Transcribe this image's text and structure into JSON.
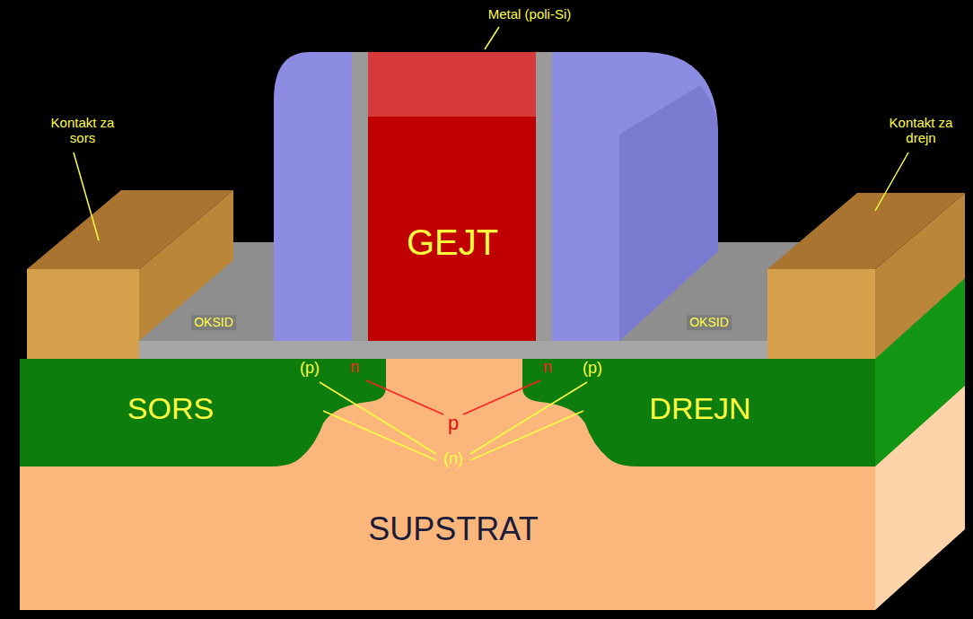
{
  "diagram": {
    "nodes": [
      {
        "text": [
          "GEJT"
        ]
      },
      {
        "text": [
          "SUPSTRAT"
        ]
      },
      {
        "text": [
          "SORS"
        ],
        "in": 1
      },
      {
        "text": [
          "DREJN"
        ],
        "in": 1
      }
    ],
    "labels": [
      "Metal (poli-Si)",
      "Kontakt za sors",
      "Kontakt za drejn",
      "OKSID",
      "OKSID",
      "(p)",
      "n",
      "n",
      "(p)",
      "p",
      "(n)"
    ]
  }
}
